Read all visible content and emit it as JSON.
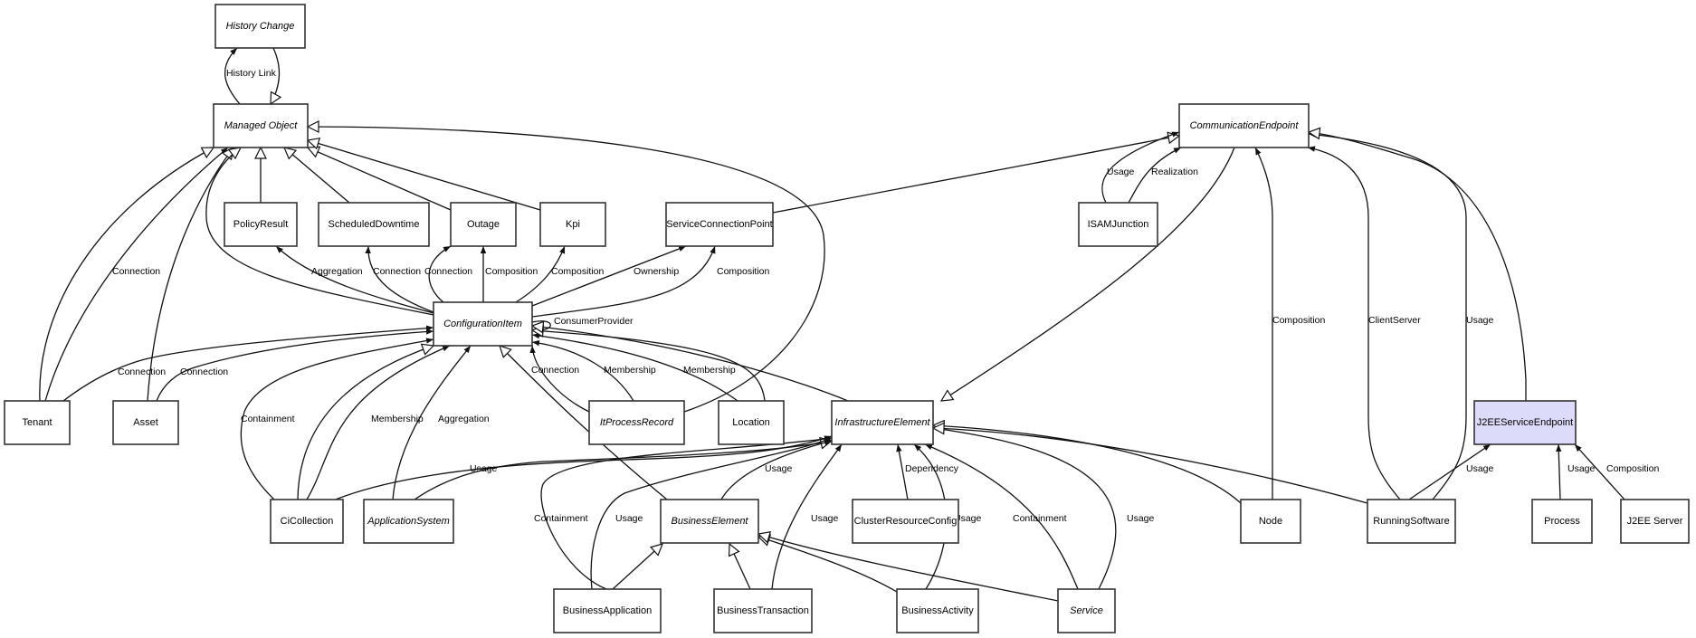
{
  "diagram": {
    "title": "CI Type Model",
    "colors": {
      "highlight_fill": "#dcdcfa",
      "default_fill": "#ffffff",
      "stroke": "#333333"
    },
    "nodes": [
      {
        "id": "history_change",
        "label": "History Change",
        "abstract": true
      },
      {
        "id": "managed_object",
        "label": "Managed Object",
        "abstract": true
      },
      {
        "id": "policy_result",
        "label": "PolicyResult",
        "abstract": false
      },
      {
        "id": "scheduled_downtime",
        "label": "ScheduledDowntime",
        "abstract": false
      },
      {
        "id": "outage",
        "label": "Outage",
        "abstract": false
      },
      {
        "id": "kpi",
        "label": "Kpi",
        "abstract": false
      },
      {
        "id": "service_connection_point",
        "label": "ServiceConnectionPoint",
        "abstract": false
      },
      {
        "id": "communication_endpoint",
        "label": "CommunicationEndpoint",
        "abstract": true
      },
      {
        "id": "isam_junction",
        "label": "ISAMJunction",
        "abstract": false
      },
      {
        "id": "configuration_item",
        "label": "ConfigurationItem",
        "abstract": true
      },
      {
        "id": "tenant",
        "label": "Tenant",
        "abstract": false
      },
      {
        "id": "asset",
        "label": "Asset",
        "abstract": false
      },
      {
        "id": "it_process_record",
        "label": "ItProcessRecord",
        "abstract": true
      },
      {
        "id": "location",
        "label": "Location",
        "abstract": false
      },
      {
        "id": "infrastructure_element",
        "label": "InfrastructureElement",
        "abstract": true
      },
      {
        "id": "j2ee_service_endpoint",
        "label": "J2EEServiceEndpoint",
        "abstract": false,
        "highlighted": true
      },
      {
        "id": "ci_collection",
        "label": "CiCollection",
        "abstract": false
      },
      {
        "id": "application_system",
        "label": "ApplicationSystem",
        "abstract": true
      },
      {
        "id": "business_element",
        "label": "BusinessElement",
        "abstract": true
      },
      {
        "id": "cluster_resource_config",
        "label": "ClusterResourceConfig",
        "abstract": false
      },
      {
        "id": "node",
        "label": "Node",
        "abstract": false
      },
      {
        "id": "running_software",
        "label": "RunningSoftware",
        "abstract": false
      },
      {
        "id": "process",
        "label": "Process",
        "abstract": false
      },
      {
        "id": "j2ee_server",
        "label": "J2EE Server",
        "abstract": false
      },
      {
        "id": "business_application",
        "label": "BusinessApplication",
        "abstract": false
      },
      {
        "id": "business_transaction",
        "label": "BusinessTransaction",
        "abstract": false
      },
      {
        "id": "business_activity",
        "label": "BusinessActivity",
        "abstract": false
      },
      {
        "id": "service",
        "label": "Service",
        "abstract": true
      }
    ],
    "edges": [
      {
        "id": "e1",
        "from": "managed_object",
        "to": "history_change",
        "type": "association",
        "label": "History Link"
      },
      {
        "id": "e2",
        "from": "history_change",
        "to": "managed_object",
        "type": "inheritance",
        "label": ""
      },
      {
        "id": "e3",
        "from": "policy_result",
        "to": "managed_object",
        "type": "inheritance",
        "label": ""
      },
      {
        "id": "e4",
        "from": "scheduled_downtime",
        "to": "managed_object",
        "type": "inheritance",
        "label": ""
      },
      {
        "id": "e5",
        "from": "outage",
        "to": "managed_object",
        "type": "inheritance",
        "label": ""
      },
      {
        "id": "e6",
        "from": "kpi",
        "to": "managed_object",
        "type": "inheritance",
        "label": ""
      },
      {
        "id": "e7",
        "from": "it_process_record",
        "to": "managed_object",
        "type": "inheritance",
        "label": ""
      },
      {
        "id": "e8",
        "from": "tenant",
        "to": "managed_object",
        "type": "inheritance",
        "label": ""
      },
      {
        "id": "e9",
        "from": "tenant",
        "to": "managed_object",
        "type": "association",
        "label": "Connection"
      },
      {
        "id": "e10",
        "from": "asset",
        "to": "managed_object",
        "type": "inheritance",
        "label": ""
      },
      {
        "id": "e11",
        "from": "configuration_item",
        "to": "managed_object",
        "type": "inheritance",
        "label": ""
      },
      {
        "id": "e12",
        "from": "configuration_item",
        "to": "policy_result",
        "type": "association",
        "label": "Aggregation"
      },
      {
        "id": "e13",
        "from": "configuration_item",
        "to": "scheduled_downtime",
        "type": "association",
        "label": "Connection"
      },
      {
        "id": "e14",
        "from": "configuration_item",
        "to": "outage",
        "type": "association",
        "label": "Connection"
      },
      {
        "id": "e15",
        "from": "configuration_item",
        "to": "outage",
        "type": "association",
        "label": "Composition"
      },
      {
        "id": "e16",
        "from": "configuration_item",
        "to": "kpi",
        "type": "association",
        "label": "Composition"
      },
      {
        "id": "e17",
        "from": "configuration_item",
        "to": "service_connection_point",
        "type": "association",
        "label": "Ownership"
      },
      {
        "id": "e18",
        "from": "configuration_item",
        "to": "service_connection_point",
        "type": "association",
        "label": "Composition"
      },
      {
        "id": "e19",
        "from": "configuration_item",
        "to": "configuration_item",
        "type": "association",
        "label": "ConsumerProvider"
      },
      {
        "id": "e20",
        "from": "service_connection_point",
        "to": "communication_endpoint",
        "type": "inheritance",
        "label": ""
      },
      {
        "id": "e21",
        "from": "isam_junction",
        "to": "communication_endpoint",
        "type": "association",
        "label": "Usage"
      },
      {
        "id": "e22",
        "from": "isam_junction",
        "to": "communication_endpoint",
        "type": "association",
        "label": "Realization"
      },
      {
        "id": "e23",
        "from": "communication_endpoint",
        "to": "infrastructure_element",
        "type": "inheritance",
        "label": ""
      },
      {
        "id": "e24",
        "from": "node",
        "to": "communication_endpoint",
        "type": "association",
        "label": "Composition"
      },
      {
        "id": "e25",
        "from": "running_software",
        "to": "communication_endpoint",
        "type": "association",
        "label": "ClientServer"
      },
      {
        "id": "e26",
        "from": "running_software",
        "to": "communication_endpoint",
        "type": "association",
        "label": "Usage"
      },
      {
        "id": "e27",
        "from": "j2ee_service_endpoint",
        "to": "communication_endpoint",
        "type": "inheritance",
        "label": ""
      },
      {
        "id": "e28",
        "from": "tenant",
        "to": "configuration_item",
        "type": "association",
        "label": "Connection"
      },
      {
        "id": "e29",
        "from": "asset",
        "to": "configuration_item",
        "type": "association",
        "label": "Connection"
      },
      {
        "id": "e30",
        "from": "ci_collection",
        "to": "configuration_item",
        "type": "association",
        "label": "Containment"
      },
      {
        "id": "e31",
        "from": "ci_collection",
        "to": "configuration_item",
        "type": "inheritance",
        "label": ""
      },
      {
        "id": "e32",
        "from": "ci_collection",
        "to": "configuration_item",
        "type": "association",
        "label": "Membership"
      },
      {
        "id": "e33",
        "from": "application_system",
        "to": "configuration_item",
        "type": "association",
        "label": "Aggregation"
      },
      {
        "id": "e34",
        "from": "business_element",
        "to": "configuration_item",
        "type": "inheritance",
        "label": ""
      },
      {
        "id": "e35",
        "from": "it_process_record",
        "to": "configuration_item",
        "type": "association",
        "label": "Connection"
      },
      {
        "id": "e36",
        "from": "it_process_record",
        "to": "configuration_item",
        "type": "association",
        "label": "Membership"
      },
      {
        "id": "e37",
        "from": "location",
        "to": "configuration_item",
        "type": "association",
        "label": "Membership"
      },
      {
        "id": "e38",
        "from": "location",
        "to": "configuration_item",
        "type": "inheritance",
        "label": ""
      },
      {
        "id": "e39",
        "from": "infrastructure_element",
        "to": "configuration_item",
        "type": "inheritance",
        "label": ""
      },
      {
        "id": "e40",
        "from": "ci_collection",
        "to": "infrastructure_element",
        "type": "association",
        "label": "Usage"
      },
      {
        "id": "e41",
        "from": "application_system",
        "to": "infrastructure_element",
        "type": "inheritance",
        "label": ""
      },
      {
        "id": "e42",
        "from": "business_application",
        "to": "infrastructure_element",
        "type": "association",
        "label": "Containment"
      },
      {
        "id": "e43",
        "from": "business_application",
        "to": "infrastructure_element",
        "type": "association",
        "label": "Usage"
      },
      {
        "id": "e44",
        "from": "business_element",
        "to": "infrastructure_element",
        "type": "association",
        "label": "Usage"
      },
      {
        "id": "e45",
        "from": "business_transaction",
        "to": "infrastructure_element",
        "type": "association",
        "label": "Usage"
      },
      {
        "id": "e46",
        "from": "cluster_resource_config",
        "to": "infrastructure_element",
        "type": "association",
        "label": "Dependency"
      },
      {
        "id": "e47",
        "from": "business_activity",
        "to": "infrastructure_element",
        "type": "association",
        "label": "Usage"
      },
      {
        "id": "e48",
        "from": "service",
        "to": "infrastructure_element",
        "type": "association",
        "label": "Containment"
      },
      {
        "id": "e49",
        "from": "service",
        "to": "infrastructure_element",
        "type": "association",
        "label": "Usage"
      },
      {
        "id": "e50",
        "from": "node",
        "to": "infrastructure_element",
        "type": "inheritance",
        "label": ""
      },
      {
        "id": "e51",
        "from": "running_software",
        "to": "infrastructure_element",
        "type": "inheritance",
        "label": ""
      },
      {
        "id": "e52",
        "from": "business_application",
        "to": "business_element",
        "type": "inheritance",
        "label": ""
      },
      {
        "id": "e53",
        "from": "business_transaction",
        "to": "business_element",
        "type": "inheritance",
        "label": ""
      },
      {
        "id": "e54",
        "from": "business_activity",
        "to": "business_element",
        "type": "inheritance",
        "label": ""
      },
      {
        "id": "e55",
        "from": "service",
        "to": "business_element",
        "type": "inheritance",
        "label": ""
      },
      {
        "id": "e56",
        "from": "running_software",
        "to": "j2ee_service_endpoint",
        "type": "association",
        "label": "Usage"
      },
      {
        "id": "e57",
        "from": "process",
        "to": "j2ee_service_endpoint",
        "type": "association",
        "label": "Usage"
      },
      {
        "id": "e58",
        "from": "j2ee_server",
        "to": "j2ee_service_endpoint",
        "type": "association",
        "label": "Composition"
      }
    ]
  }
}
